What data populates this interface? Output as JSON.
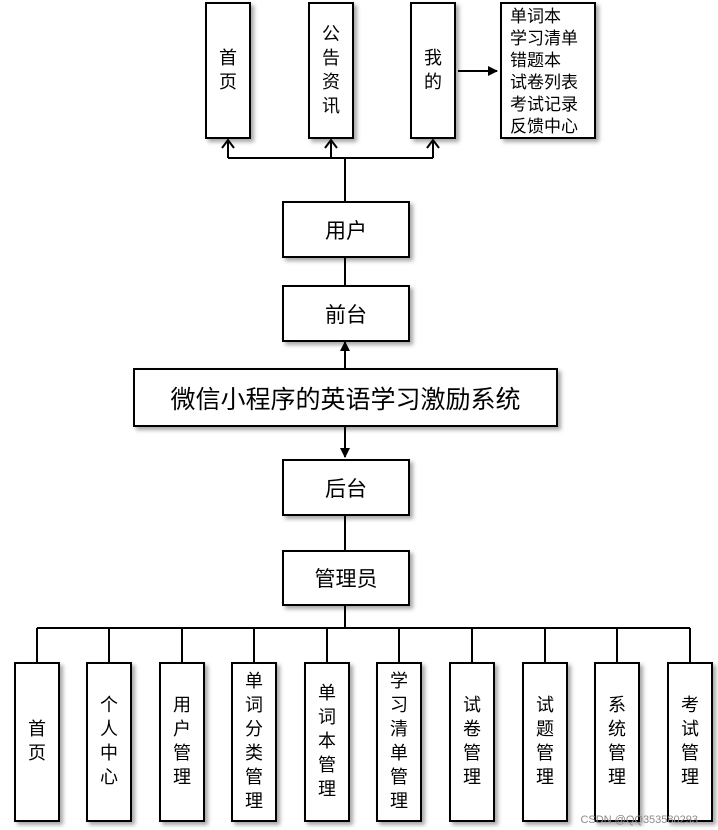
{
  "title": "微信小程序的英语学习激励系统",
  "user_side": {
    "front_label": "前台",
    "role_label": "用户",
    "modules": [
      "首页",
      "公告资讯",
      "我的"
    ],
    "my_items": [
      "单词本",
      "学习清单",
      "错题本",
      "试卷列表",
      "考试记录",
      "反馈中心"
    ]
  },
  "admin_side": {
    "back_label": "后台",
    "role_label": "管理员",
    "modules": [
      "首页",
      "个人中心",
      "用户管理",
      "单词分类管理",
      "单词本管理",
      "学习清单管理",
      "试卷管理",
      "试题管理",
      "系统管理",
      "考试管理"
    ]
  },
  "watermark": "CSDN @QQ353580293"
}
